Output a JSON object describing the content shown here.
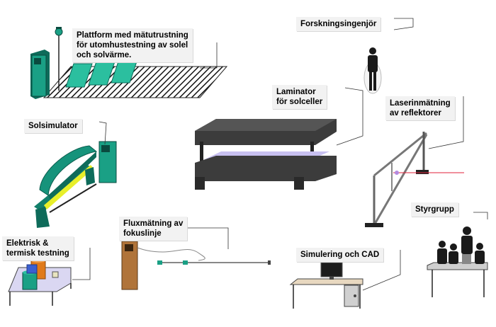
{
  "labels": {
    "platform": [
      "Plattform med mätutrustning",
      "för utomhustestning av solel",
      "och solvärme."
    ],
    "researcher": [
      "Forskningsingenjör"
    ],
    "laminator": [
      "Laminator",
      "för solceller"
    ],
    "laser": [
      "Laserinmätning",
      "av reflektorer"
    ],
    "solar_simulator": [
      "Solsimulator"
    ],
    "steering_group": [
      "Styrgrupp"
    ],
    "flux": [
      "Fluxmätning av",
      "fokuslinje"
    ],
    "electrical": [
      "Elektrisk &",
      "termisk testning"
    ],
    "simulation": [
      "Simulering och CAD"
    ]
  },
  "colors": {
    "teal": "#1a9e86",
    "teal_dark": "#0e6b5a",
    "green_dark": "#0d5c4e",
    "yellow_strip": "#e8ef2a",
    "laminator_dark": "#3c3c3c",
    "laminator_sheet": "#c8c0f0",
    "cabinet_brown": "#b0743a",
    "laser_red": "#e0203a",
    "callout_bg": "#f2f2f2"
  }
}
